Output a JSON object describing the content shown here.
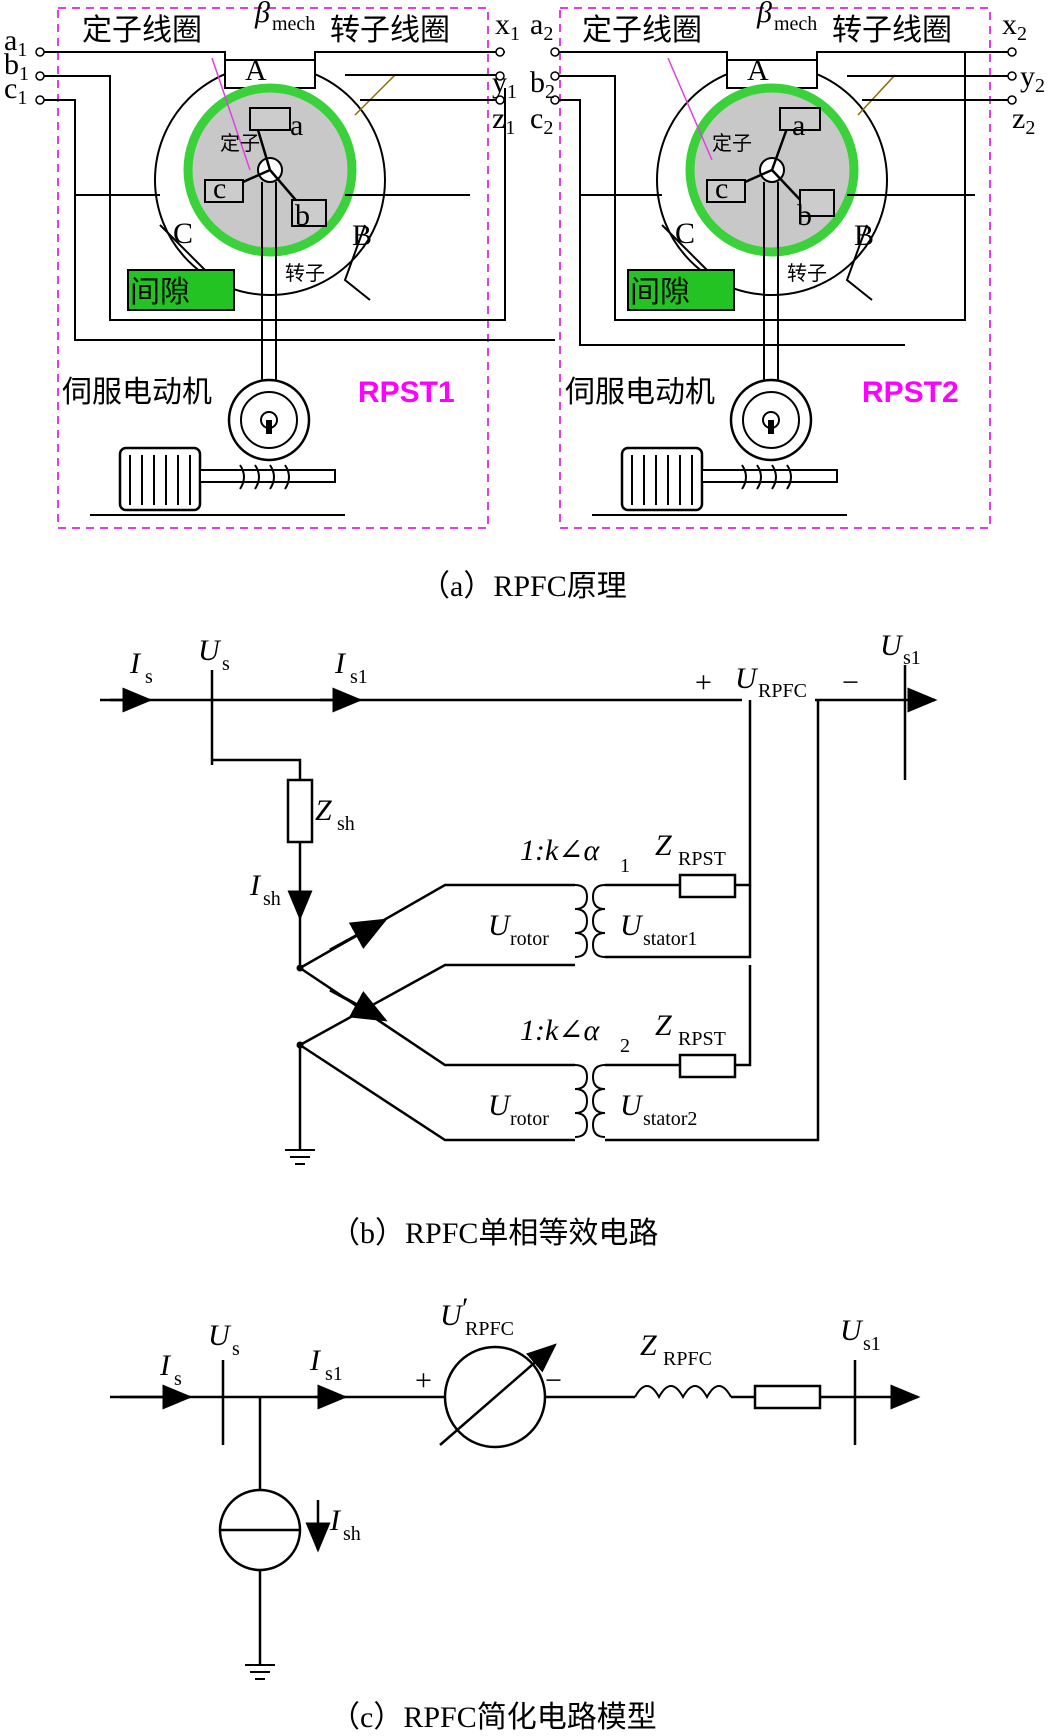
{
  "panel_a": {
    "caption": "（a）RPFC原理",
    "rpst1": {
      "name": "RPST1",
      "stator_coil": "定子线圈",
      "rotor_coil": "转子线圈",
      "beta": "β",
      "beta_sub": "mech",
      "stator": "定子",
      "rotor": "转子",
      "gap": "间隙",
      "servo_motor": "伺服电动机",
      "poles": [
        "A",
        "B",
        "C"
      ],
      "rotor_phases": [
        "a",
        "b",
        "c"
      ]
    },
    "rpst2": {
      "name": "RPST2",
      "stator_coil": "定子线圈",
      "rotor_coil": "转子线圈",
      "beta": "β",
      "beta_sub": "mech",
      "stator": "定子",
      "rotor": "转子",
      "gap": "间隙",
      "servo_motor": "伺服电动机",
      "poles": [
        "A",
        "B",
        "C"
      ],
      "rotor_phases": [
        "a",
        "b",
        "c"
      ]
    },
    "terminals_left": [
      "a",
      "b",
      "c"
    ],
    "terminals_left_sub": "1",
    "terminals_mid_x": [
      "x",
      "y",
      "z"
    ],
    "terminals_mid_x_sub": "1",
    "terminals_mid_a": [
      "a",
      "b",
      "c"
    ],
    "terminals_mid_a_sub": "2",
    "terminals_right": [
      "x",
      "y",
      "z"
    ],
    "terminals_right_sub": "2"
  },
  "panel_b": {
    "caption": "（b）RPFC单相等效电路",
    "Is": "s",
    "Us": "s",
    "Is1": "s1",
    "Urpfc": "RPFC",
    "Us1": "s1",
    "Zsh": "sh",
    "Ish": "sh",
    "ratio1": "1:k∠α",
    "ratio1_sub": "1",
    "ratio2": "1:k∠α",
    "ratio2_sub": "2",
    "Zrpst": "RPST",
    "Urotor": "rotor",
    "Ustator1": "stator1",
    "Ustator2": "stator2",
    "plus": "+",
    "minus": "−"
  },
  "panel_c": {
    "caption": "（c）RPFC简化电路模型",
    "Is": "s",
    "Us": "s",
    "Is1": "s1",
    "Urpfc_prime": "RPFC",
    "Zrpfc": "RPFC",
    "Us1": "s1",
    "Ish": "sh",
    "plus": "+",
    "minus": "−"
  },
  "symbols": {
    "I": "I",
    "U": "U",
    "Z": "Z"
  }
}
